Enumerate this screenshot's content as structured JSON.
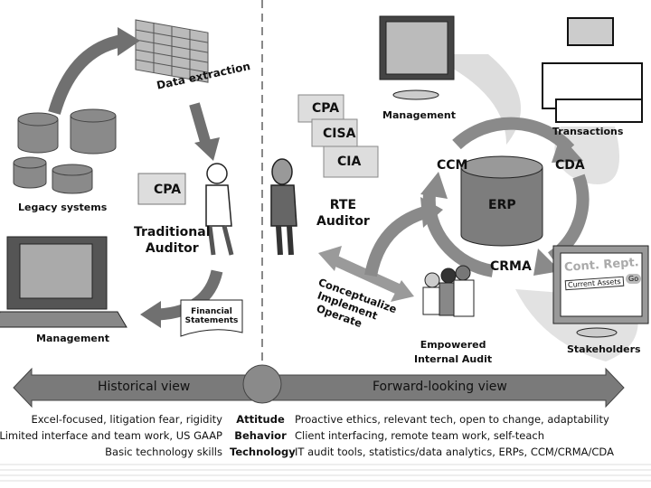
{
  "left": {
    "data_extraction": "Data extraction",
    "legacy_systems": "Legacy systems",
    "cpa_badge": "CPA",
    "traditional_auditor": [
      "Traditional",
      "Auditor"
    ],
    "management": "Management",
    "financial_statements": [
      "Financial",
      "Statements"
    ]
  },
  "right": {
    "management": "Management",
    "transactions": "Transactions",
    "certs": [
      "CPA",
      "CISA",
      "CIA"
    ],
    "rte_auditor": [
      "RTE",
      "Auditor"
    ],
    "ccm": "CCM",
    "cda": "CDA",
    "erp": "ERP",
    "crma": "CRMA",
    "report_title": "Cont. Rept.",
    "report_field": "Current Assets",
    "report_go": "Go",
    "stakeholders": "Stakeholders",
    "cycle": [
      "Conceptualize",
      "Implement",
      "Operate"
    ],
    "empowered": [
      "Empowered",
      "Internal Audit"
    ]
  },
  "timeline": {
    "historical": "Historical view",
    "forward": "Forward-looking view"
  },
  "comparison": [
    {
      "left": "Excel-focused, litigation fear, rigidity",
      "label": "Attitude",
      "right": "Proactive ethics, relevant tech, open to change, adaptability"
    },
    {
      "left": "Limited interface and team work, US GAAP",
      "label": "Behavior",
      "right": "Client interfacing, remote team work, self-teach"
    },
    {
      "left": "Basic technology skills",
      "label": "Technology",
      "right": "IT audit tools, statistics/data analytics, ERPs, CCM/CRMA/CDA"
    }
  ],
  "colors": {
    "arrow": "#8a8a8a",
    "cylinder": "#7d7d7d",
    "band": "#7a7a7a"
  }
}
